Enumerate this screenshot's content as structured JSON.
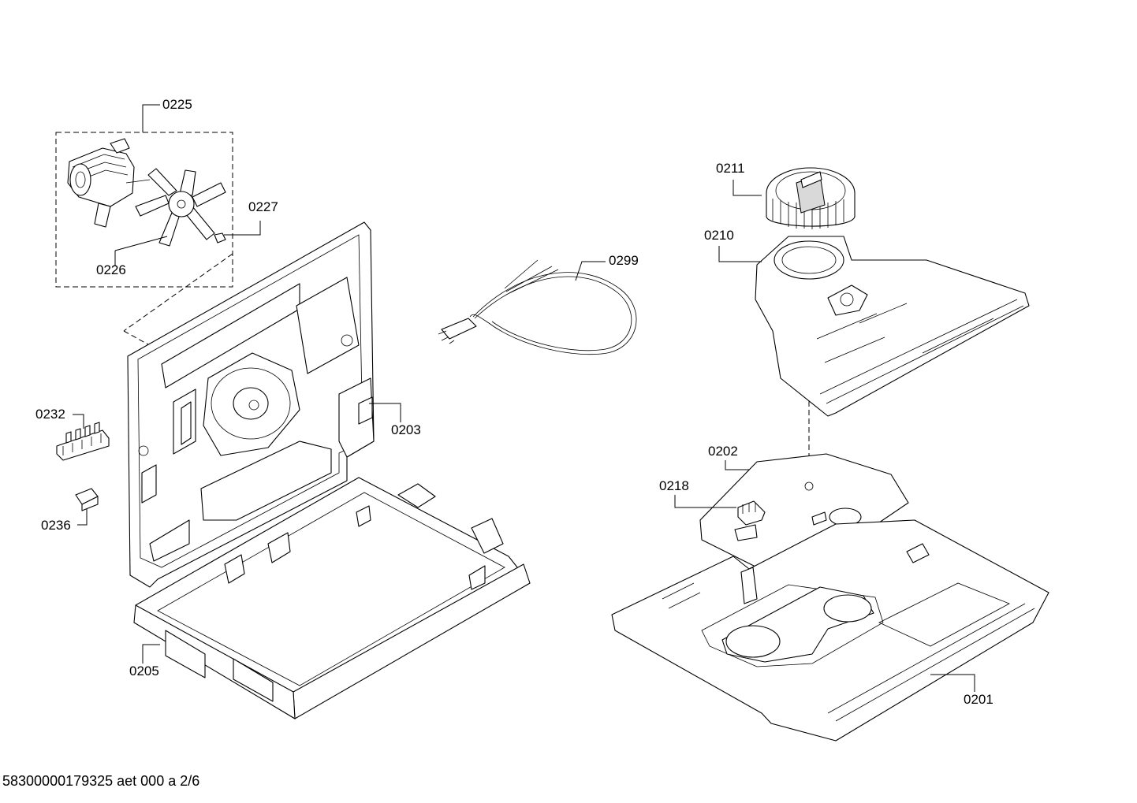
{
  "parts": [
    {
      "id": "p0225",
      "label": "0225"
    },
    {
      "id": "p0226",
      "label": "0226"
    },
    {
      "id": "p0227",
      "label": "0227"
    },
    {
      "id": "p0299",
      "label": "0299"
    },
    {
      "id": "p0211",
      "label": "0211"
    },
    {
      "id": "p0210",
      "label": "0210"
    },
    {
      "id": "p0232",
      "label": "0232"
    },
    {
      "id": "p0203",
      "label": "0203"
    },
    {
      "id": "p0236",
      "label": "0236"
    },
    {
      "id": "p0202",
      "label": "0202"
    },
    {
      "id": "p0218",
      "label": "0218"
    },
    {
      "id": "p0205",
      "label": "0205"
    },
    {
      "id": "p0201",
      "label": "0201"
    }
  ],
  "footer": {
    "text": "58300000179325 aet 000 a 2/6"
  }
}
